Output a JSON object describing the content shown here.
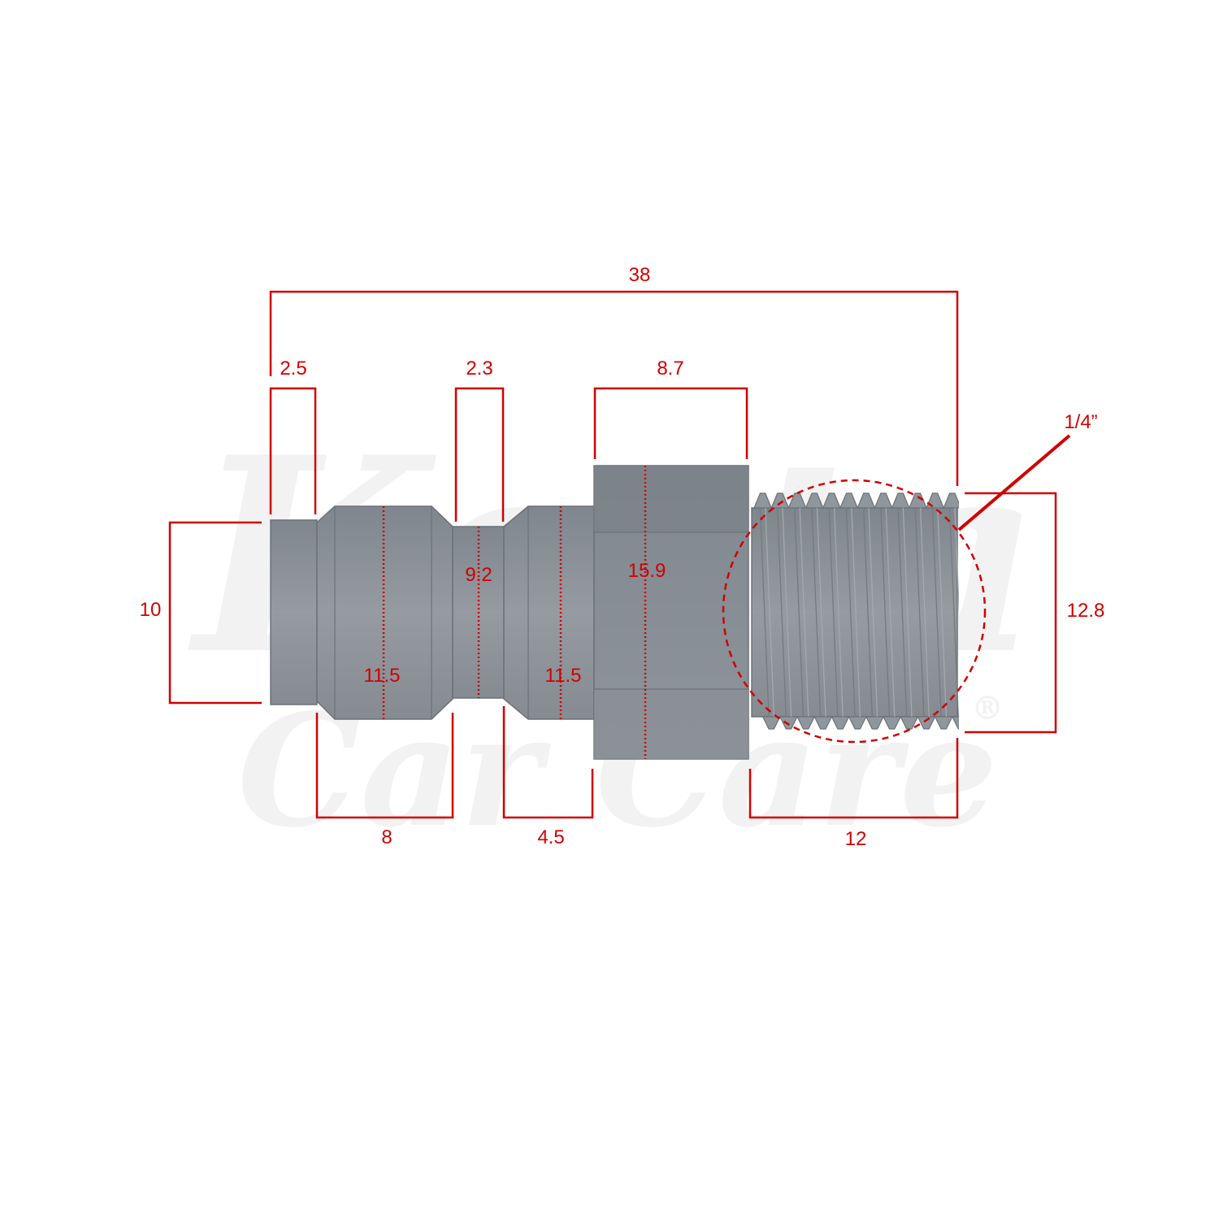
{
  "colors": {
    "dimension": "#d10000",
    "part_body": "#8c9298",
    "part_edge": "#6b7278",
    "watermark": "#eeeeee"
  },
  "watermark": {
    "line1": "Kesta",
    "line2": "Car Care",
    "mark": "®"
  },
  "dimensions": {
    "overall_length": "38",
    "tip_length": "2.5",
    "groove_width": "2.3",
    "hex_length": "8.7",
    "thread_size": "1/4”",
    "tip_diameter": "10",
    "thread_diameter": "12.8",
    "collar_diameter_left": "11.5",
    "groove_diameter": "9.2",
    "collar_diameter_right": "11.5",
    "hex_size": "15.9",
    "collar_length": "8",
    "neck_length": "4.5",
    "thread_length": "12"
  }
}
